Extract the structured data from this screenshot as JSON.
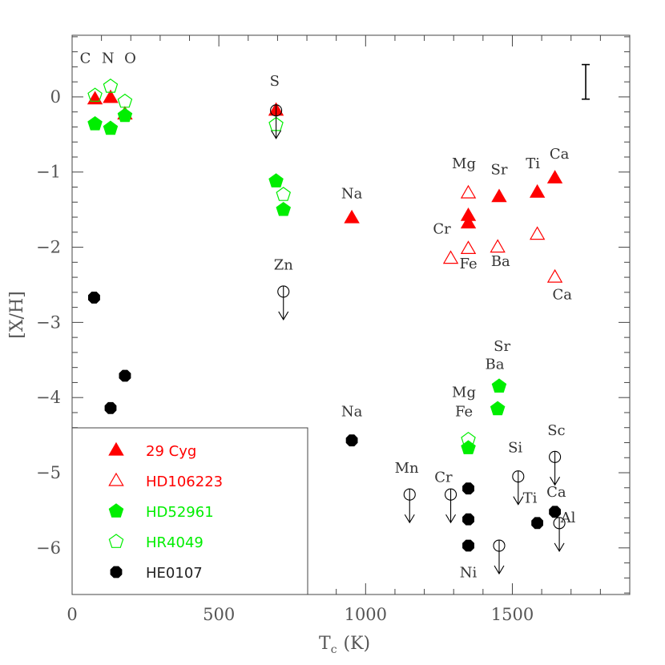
{
  "chart_data": {
    "type": "scatter",
    "xlabel_main": "T",
    "xlabel_sub": "c",
    "xlabel_unit": "(K)",
    "ylabel": "[X/H]",
    "xlim": [
      0,
      1900
    ],
    "ylim": [
      -6.62,
      0.82
    ],
    "xticks": [
      0,
      500,
      1000,
      1500
    ],
    "yticks": [
      0,
      -1,
      -2,
      -3,
      -4,
      -5,
      -6
    ],
    "xtick_labels": [
      "0",
      "500",
      "1000",
      "1500"
    ],
    "ytick_labels": [
      "0",
      "−1",
      "−2",
      "−3",
      "−4",
      "−5",
      "−6"
    ],
    "error_bar": {
      "x": 1750,
      "y_low": -0.03,
      "y_high": 0.43
    },
    "legend": {
      "placement": "bottom-left",
      "entries": [
        {
          "label": "29 Cyg",
          "marker": "filled-triangle",
          "color": "#ff0000"
        },
        {
          "label": "HD106223",
          "marker": "open-triangle",
          "color": "#ff0000"
        },
        {
          "label": "HD52961",
          "marker": "filled-pentagon",
          "color": "#00ee00"
        },
        {
          "label": "HR4049",
          "marker": "open-pentagon",
          "color": "#00ee00"
        },
        {
          "label": "HE0107",
          "marker": "filled-octagon",
          "color": "#000000"
        }
      ]
    },
    "series": [
      {
        "name": "29 Cyg",
        "marker": "filled-triangle",
        "color": "#ff0000",
        "points": [
          {
            "x": 78,
            "y": -0.03
          },
          {
            "x": 131,
            "y": -0.01
          },
          {
            "x": 180,
            "y": -0.23
          },
          {
            "x": 695,
            "y": -0.18
          },
          {
            "x": 953,
            "y": -1.61
          },
          {
            "x": 1350,
            "y": -1.58
          },
          {
            "x": 1350,
            "y": -1.68
          },
          {
            "x": 1455,
            "y": -1.33
          },
          {
            "x": 1585,
            "y": -1.27
          },
          {
            "x": 1645,
            "y": -1.08
          }
        ]
      },
      {
        "name": "HD106223",
        "marker": "open-triangle",
        "color": "#ff0000",
        "points": [
          {
            "x": 1350,
            "y": -1.28
          },
          {
            "x": 1350,
            "y": -2.02
          },
          {
            "x": 1290,
            "y": -2.15
          },
          {
            "x": 1450,
            "y": -2.0
          },
          {
            "x": 1585,
            "y": -1.83
          },
          {
            "x": 1645,
            "y": -2.4
          }
        ]
      },
      {
        "name": "HD52961",
        "marker": "filled-pentagon",
        "color": "#00ee00",
        "points": [
          {
            "x": 78,
            "y": -0.36
          },
          {
            "x": 131,
            "y": -0.42
          },
          {
            "x": 180,
            "y": -0.25
          },
          {
            "x": 695,
            "y": -1.12
          },
          {
            "x": 720,
            "y": -1.5
          },
          {
            "x": 1350,
            "y": -4.67
          },
          {
            "x": 1455,
            "y": -3.85
          },
          {
            "x": 1450,
            "y": -4.15
          }
        ]
      },
      {
        "name": "HR4049",
        "marker": "open-pentagon",
        "color": "#00ee00",
        "points": [
          {
            "x": 78,
            "y": 0.02
          },
          {
            "x": 131,
            "y": 0.14
          },
          {
            "x": 180,
            "y": -0.06
          },
          {
            "x": 695,
            "y": -0.37
          },
          {
            "x": 720,
            "y": -1.3
          },
          {
            "x": 1350,
            "y": -4.56
          }
        ]
      },
      {
        "name": "HE0107",
        "marker": "filled-octagon",
        "color": "#000000",
        "points": [
          {
            "x": 75,
            "y": -2.67
          },
          {
            "x": 131,
            "y": -4.14
          },
          {
            "x": 180,
            "y": -3.71
          },
          {
            "x": 953,
            "y": -4.57
          },
          {
            "x": 1350,
            "y": -5.21
          },
          {
            "x": 1350,
            "y": -5.62
          },
          {
            "x": 1350,
            "y": -5.97
          },
          {
            "x": 1585,
            "y": -5.67
          },
          {
            "x": 1645,
            "y": -5.52
          }
        ]
      },
      {
        "name": "HE0107 upper limits",
        "marker": "open-circle-limit",
        "color": "#000000",
        "points": [
          {
            "x": 695,
            "y": -0.18
          },
          {
            "x": 720,
            "y": -2.59
          },
          {
            "x": 1150,
            "y": -5.29
          },
          {
            "x": 1290,
            "y": -5.29
          },
          {
            "x": 1455,
            "y": -5.97
          },
          {
            "x": 1520,
            "y": -5.05
          },
          {
            "x": 1645,
            "y": -4.79
          },
          {
            "x": 1660,
            "y": -5.67
          }
        ]
      }
    ],
    "annotations": [
      {
        "text": "C",
        "x": 45,
        "y": 0.45
      },
      {
        "text": "N",
        "x": 122,
        "y": 0.45
      },
      {
        "text": "O",
        "x": 198,
        "y": 0.45
      },
      {
        "text": "S",
        "x": 690,
        "y": 0.15
      },
      {
        "text": "Na",
        "x": 953,
        "y": -1.35
      },
      {
        "text": "Zn",
        "x": 720,
        "y": -2.3
      },
      {
        "text": "Mg",
        "x": 1335,
        "y": -0.95
      },
      {
        "text": "Sr",
        "x": 1455,
        "y": -1.03
      },
      {
        "text": "Ti",
        "x": 1570,
        "y": -0.95
      },
      {
        "text": "Ca",
        "x": 1660,
        "y": -0.82
      },
      {
        "text": "Cr",
        "x": 1260,
        "y": -1.82
      },
      {
        "text": "Fe",
        "x": 1350,
        "y": -2.28
      },
      {
        "text": "Ba",
        "x": 1460,
        "y": -2.25
      },
      {
        "text": "Ca",
        "x": 1670,
        "y": -2.69
      },
      {
        "text": "Sr",
        "x": 1465,
        "y": -3.38
      },
      {
        "text": "Ba",
        "x": 1440,
        "y": -3.62
      },
      {
        "text": "Mg",
        "x": 1335,
        "y": -3.99
      },
      {
        "text": "Fe",
        "x": 1335,
        "y": -4.25
      },
      {
        "text": "Na",
        "x": 953,
        "y": -4.25
      },
      {
        "text": "Sc",
        "x": 1650,
        "y": -4.5
      },
      {
        "text": "Si",
        "x": 1510,
        "y": -4.73
      },
      {
        "text": "Mn",
        "x": 1140,
        "y": -5.0
      },
      {
        "text": "Cr",
        "x": 1265,
        "y": -5.12
      },
      {
        "text": "Ca",
        "x": 1650,
        "y": -5.32
      },
      {
        "text": "Ti",
        "x": 1560,
        "y": -5.4
      },
      {
        "text": "Al",
        "x": 1690,
        "y": -5.66
      },
      {
        "text": "Ni",
        "x": 1350,
        "y": -6.39
      }
    ]
  }
}
